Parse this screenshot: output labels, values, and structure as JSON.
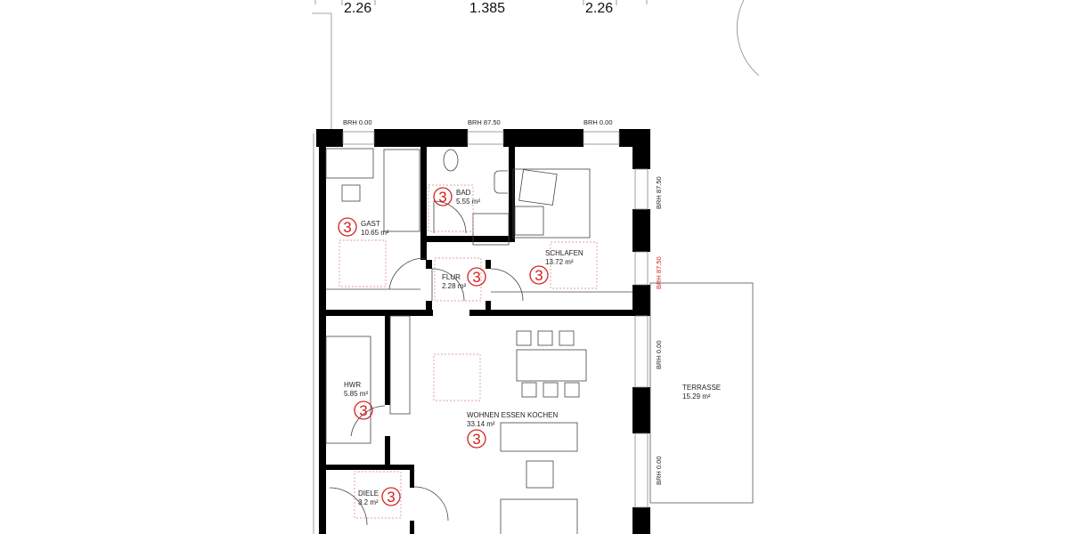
{
  "dimensions": [
    "2.26",
    "1.385",
    "2.26"
  ],
  "window_heights": {
    "top_left": "BRH 0.00",
    "top_middle": "BRH 87.50",
    "top_right": "BRH 0.00",
    "right_1": "BRH 87.50",
    "right_2": "BRH 87.50",
    "right_3": "BRH 0.00",
    "right_4": "BRH 0.00"
  },
  "colors": {
    "wall": "#000000",
    "marker": "#d42020",
    "highlight_label": "#d42020"
  },
  "rooms": [
    {
      "name": "GAST",
      "area": "10.65 m²",
      "marker": "3"
    },
    {
      "name": "BAD",
      "area": "5.55 m²",
      "marker": "3"
    },
    {
      "name": "SCHLAFEN",
      "area": "13.72 m²",
      "marker": "3"
    },
    {
      "name": "FLUR",
      "area": "2.28 m²",
      "marker": "3"
    },
    {
      "name": "HWR",
      "area": "5.85 m²",
      "marker": "3"
    },
    {
      "name": "WOHNEN ESSEN KOCHEN",
      "area": "33.14 m²",
      "marker": "3"
    },
    {
      "name": "DIELE",
      "area": "3.2 m²",
      "marker": "3"
    },
    {
      "name": "TERRASSE",
      "area": "15.29 m²"
    }
  ]
}
